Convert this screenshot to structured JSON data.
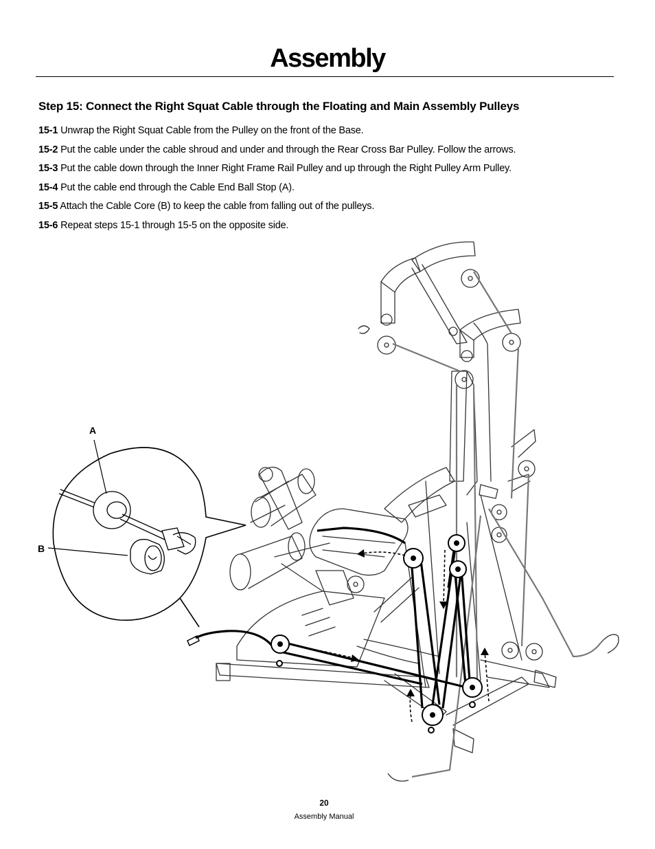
{
  "page": {
    "title": "Assembly",
    "page_number": "20",
    "footer_label": "Assembly Manual"
  },
  "step": {
    "heading": "Step 15: Connect the Right Squat Cable through the Floating and Main Assembly Pulleys",
    "items": [
      {
        "num": "15-1",
        "text": "Unwrap the Right Squat Cable from the Pulley on the front of the Base."
      },
      {
        "num": "15-2",
        "text": "Put the cable under the cable shroud and under and through the Rear Cross Bar Pulley. Follow the arrows."
      },
      {
        "num": "15-3",
        "text": "Put the cable down through the Inner Right Frame Rail Pulley and up through the Right Pulley Arm Pulley."
      },
      {
        "num": "15-4",
        "text": "Put the cable end through the Cable End Ball Stop (A)."
      },
      {
        "num": "15-5",
        "text": "Attach the Cable Core (B) to keep the cable from falling out of the pulleys."
      },
      {
        "num": "15-6",
        "text": "Repeat steps 15-1 through 15-5 on the opposite side."
      }
    ]
  },
  "figure": {
    "callout_a": "A",
    "callout_b": "B"
  }
}
